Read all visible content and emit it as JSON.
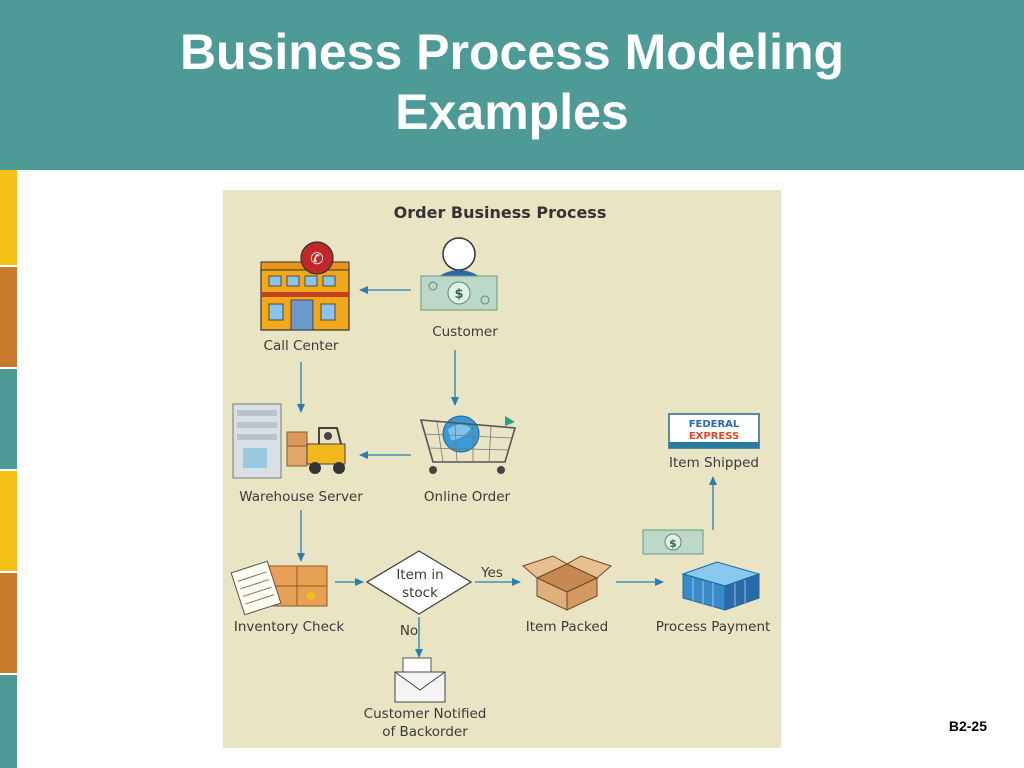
{
  "slide": {
    "title_line1": "Business Process Modeling",
    "title_line2": "Examples",
    "slide_number": "B2-25"
  },
  "diagram": {
    "title": "Order Business Process",
    "nodes": {
      "customer": "Customer",
      "call_center": "Call Center",
      "online_order": "Online Order",
      "warehouse_server": "Warehouse Server",
      "inventory_check": "Inventory Check",
      "decision_line1": "Item in",
      "decision_line2": "stock",
      "item_packed": "Item Packed",
      "process_payment": "Process Payment",
      "item_shipped": "Item Shipped",
      "notified_line1": "Customer Notified",
      "notified_line2": "of Backorder"
    },
    "branch_yes": "Yes",
    "branch_no": "No",
    "fedex_line1": "FEDERAL",
    "fedex_line2": "EXPRESS"
  },
  "colors": {
    "header": "#4e9a97",
    "panel": "#e8e4c4",
    "arrow": "#2a7fb0",
    "sidebar": [
      "#f5c018",
      "#c87a2e",
      "#4e9a97",
      "#f5c018",
      "#c87a2e",
      "#4e9a97"
    ]
  }
}
